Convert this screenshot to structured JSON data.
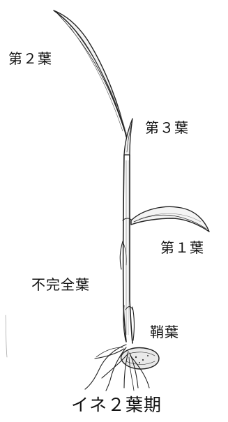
{
  "labels": {
    "leaf2": "第２葉",
    "leaf3": "第３葉",
    "leaf1": "第１葉",
    "incomplete_leaf": "不完全葉",
    "coleoptile": "鞘葉"
  },
  "caption": "イネ２葉期"
}
